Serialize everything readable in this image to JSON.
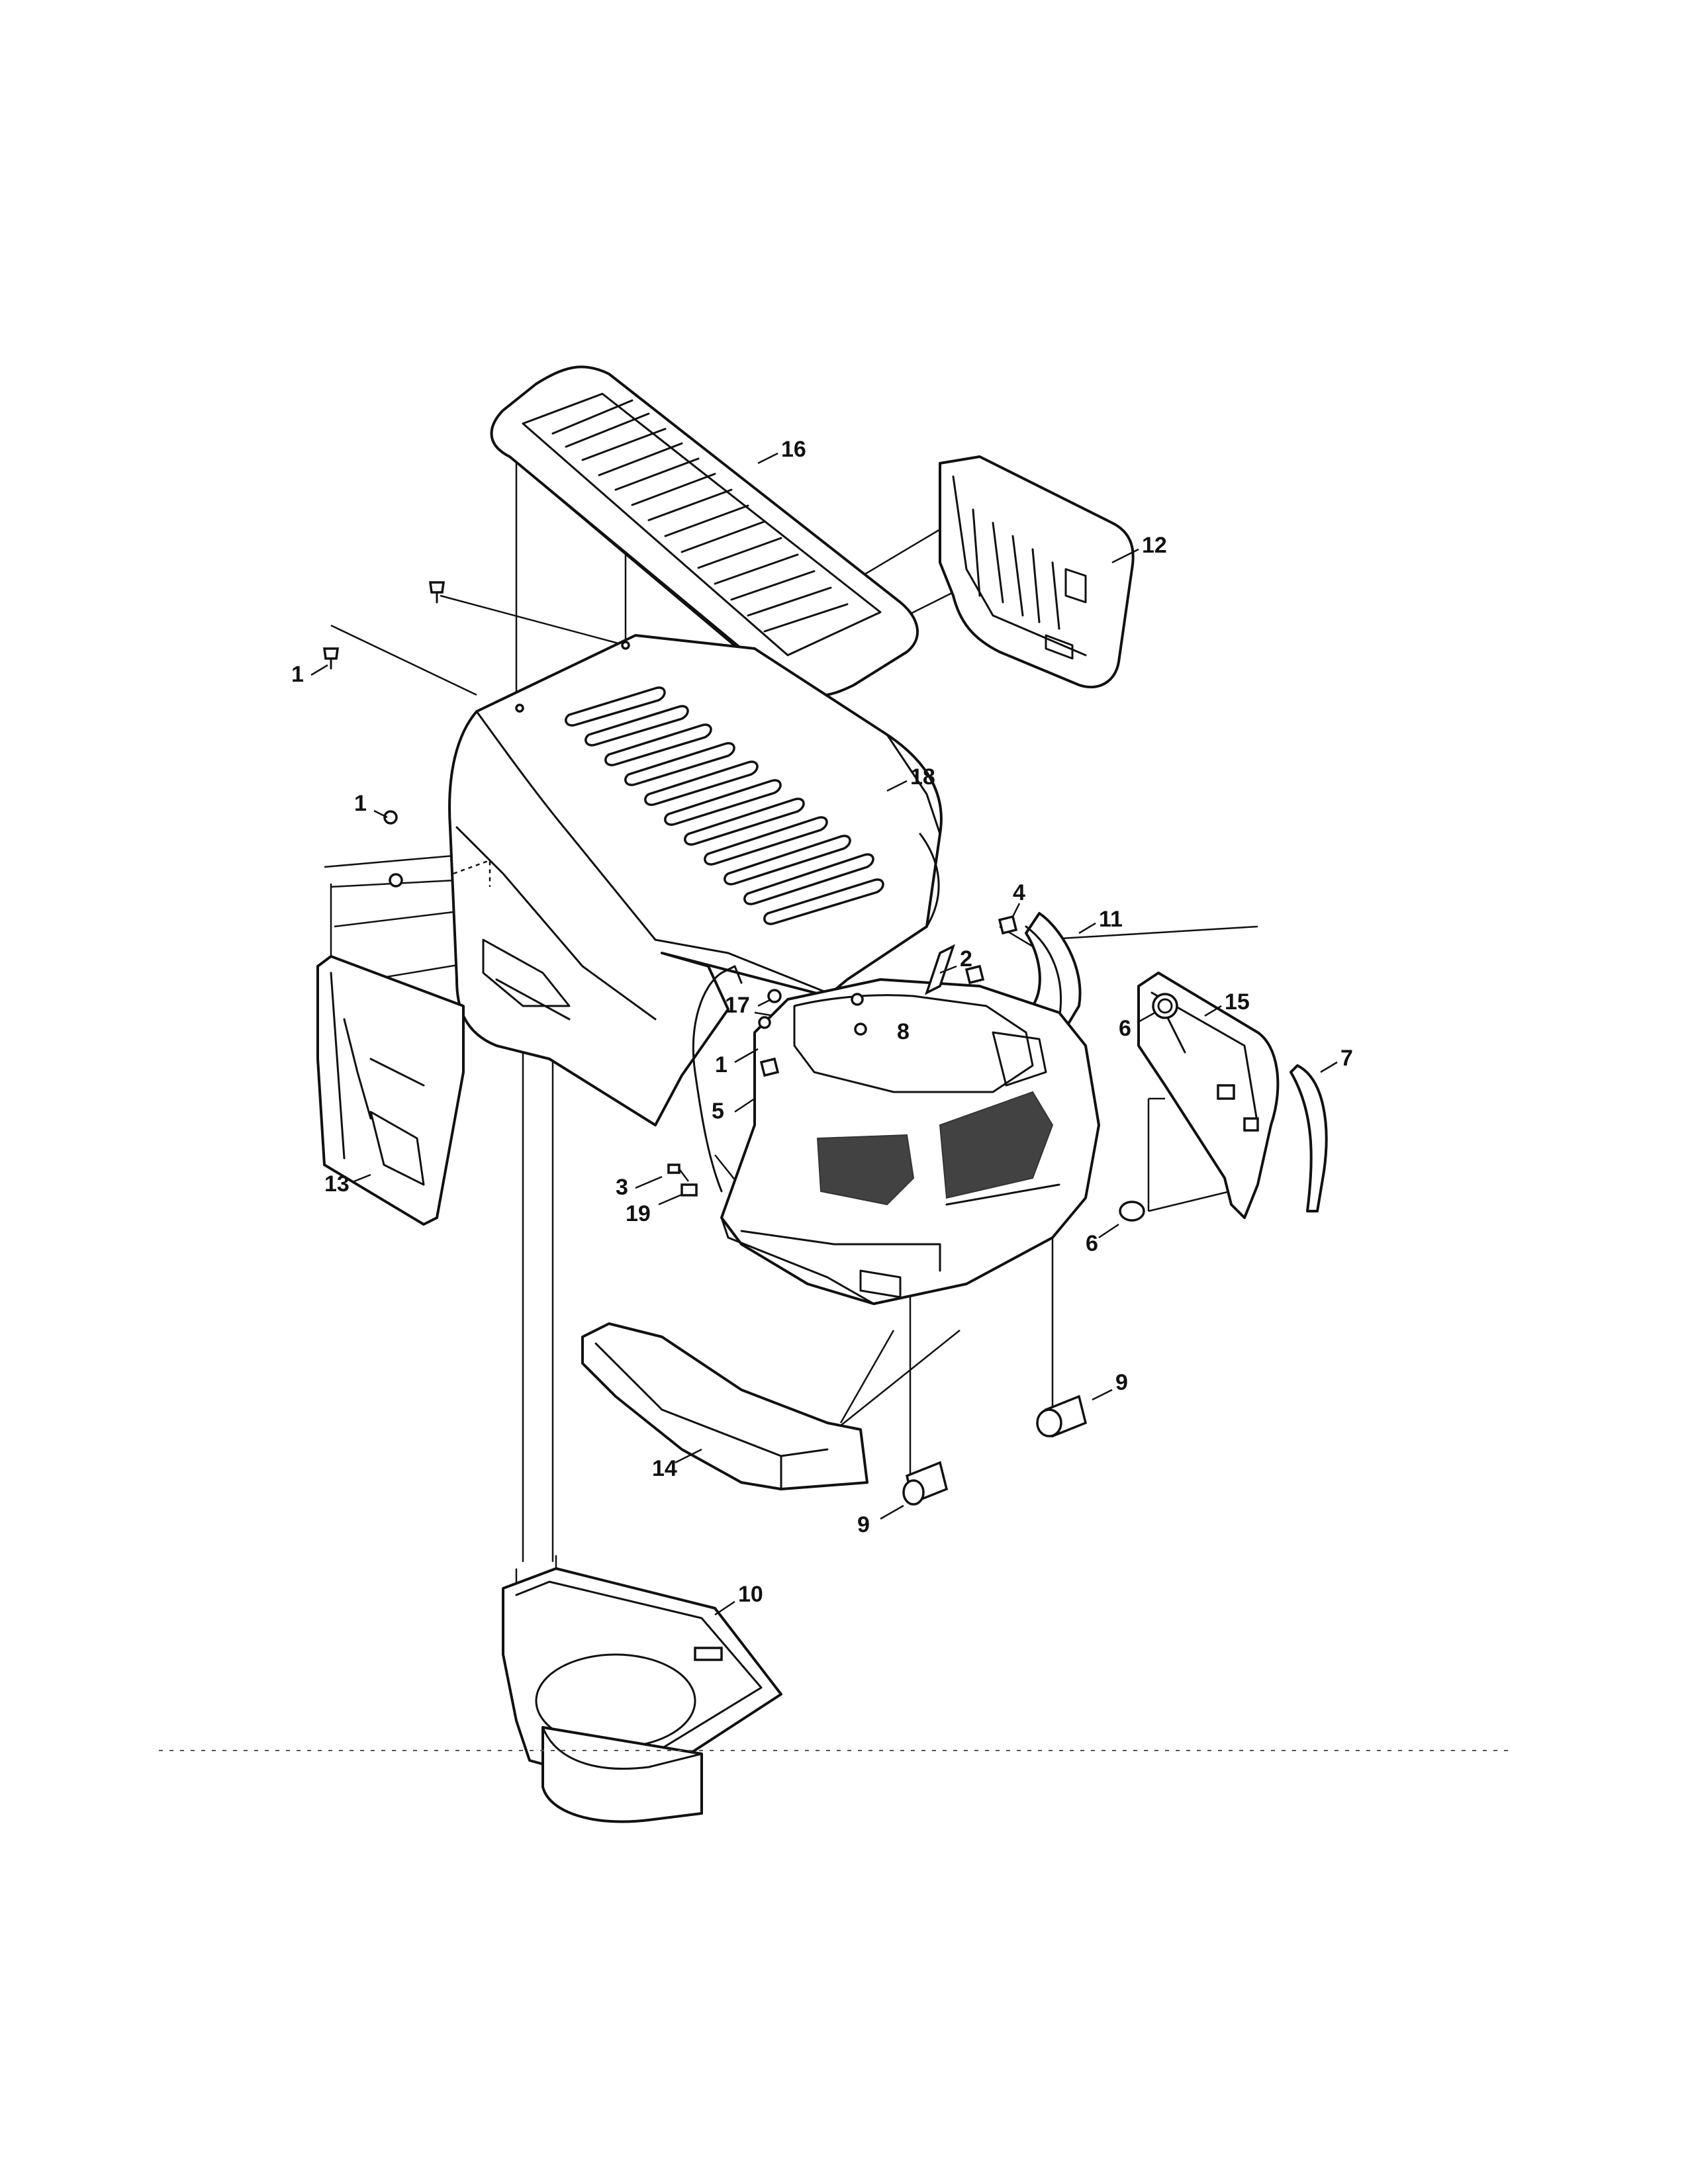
{
  "diagram": {
    "type": "exploded-parts-diagram",
    "callouts": [
      {
        "num": "1"
      },
      {
        "num": "1"
      },
      {
        "num": "1"
      },
      {
        "num": "2"
      },
      {
        "num": "3"
      },
      {
        "num": "4"
      },
      {
        "num": "5"
      },
      {
        "num": "6"
      },
      {
        "num": "6"
      },
      {
        "num": "7"
      },
      {
        "num": "8"
      },
      {
        "num": "9"
      },
      {
        "num": "9"
      },
      {
        "num": "10"
      },
      {
        "num": "11"
      },
      {
        "num": "12"
      },
      {
        "num": "13"
      },
      {
        "num": "14"
      },
      {
        "num": "15"
      },
      {
        "num": "16"
      },
      {
        "num": "17"
      },
      {
        "num": "18"
      },
      {
        "num": "19"
      }
    ]
  }
}
